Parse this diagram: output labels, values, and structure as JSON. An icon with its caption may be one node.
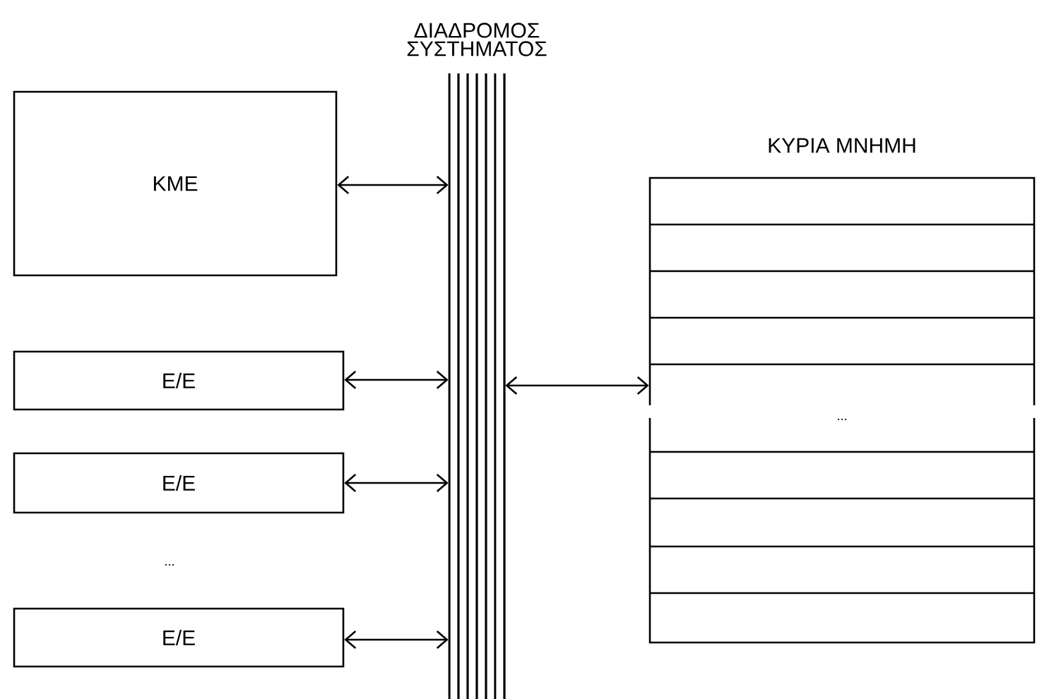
{
  "diagram": {
    "nodes": [
      {
        "text": [
          "ΔΙΑΔΡΟΜΟΣ ΣΥΣΤΗΜΑΤΟΣ"
        ]
      },
      {
        "text": [
          "ΚΜΕ"
        ]
      },
      {
        "text": [
          "Ε/Ε"
        ]
      },
      {
        "text": [
          "Ε/Ε"
        ]
      },
      {
        "text": [
          "Ε/Ε"
        ]
      },
      {
        "text": [
          "ΚΥΡΙΑ ΜΝΗΜΗ",
          "..."
        ]
      }
    ],
    "edges": [
      {
        "from": 1,
        "to": 0,
        "arrow": "both"
      },
      {
        "from": 2,
        "to": 0,
        "arrow": "both"
      },
      {
        "from": 3,
        "to": 0,
        "arrow": "both"
      },
      {
        "from": 4,
        "to": 0,
        "arrow": "both"
      },
      {
        "from": 0,
        "to": 5,
        "arrow": "both"
      }
    ],
    "labels": [
      "..."
    ]
  }
}
